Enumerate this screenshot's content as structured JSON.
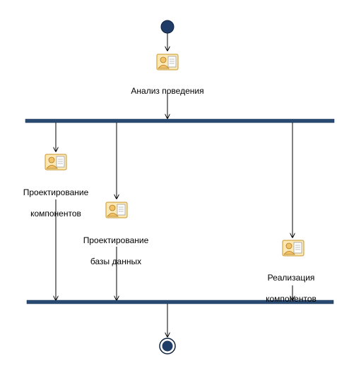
{
  "diagram": {
    "activities": [
      {
        "id": "analysis",
        "lines": [
          "Анализ поведения"
        ],
        "icon": "activity-icon"
      },
      {
        "id": "design-components",
        "lines": [
          "Проектирование",
          "компонентов"
        ],
        "icon": "activity-icon"
      },
      {
        "id": "design-db",
        "lines": [
          "Проектирование",
          "базы данных"
        ],
        "icon": "activity-icon"
      },
      {
        "id": "impl-components",
        "lines": [
          "Реализация",
          "компонентов"
        ],
        "icon": "activity-icon"
      }
    ],
    "colors": {
      "node_fill": "#1f3d66",
      "bar_fill": "#2a4a72",
      "line": "#000000",
      "icon_fill": "#f7d98a",
      "icon_stroke": "#c8962a"
    }
  }
}
